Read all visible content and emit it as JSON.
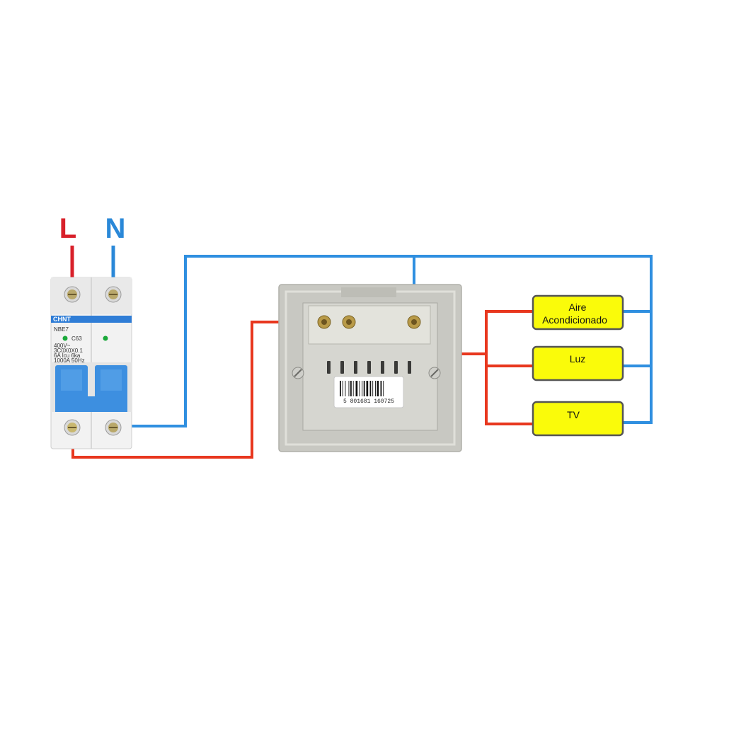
{
  "labels": {
    "line": "L",
    "neutral": "N"
  },
  "breaker": {
    "brand": "CHNT",
    "model": "NBE7",
    "rating": "C63",
    "specs": [
      "400V~",
      "3C0X0X0.1",
      "6A Icu 6ka",
      "1000A 50Hz"
    ]
  },
  "switch": {
    "barcode": "5 801681 160725"
  },
  "loads": [
    {
      "lines": [
        "Aire",
        "Acondicionado"
      ]
    },
    {
      "lines": [
        "Luz"
      ]
    },
    {
      "lines": [
        "TV"
      ]
    }
  ],
  "colors": {
    "phase": "#e8371e",
    "neutral": "#2f8fe0",
    "line_label": "#d8202a",
    "neutral_label": "#2a88d8",
    "breaker_body": "#f2f2f2",
    "breaker_lever": "#3d8fe0",
    "switch_plate": "#c8c8c2",
    "load_fill": "#fafb0a",
    "load_border": "#555555"
  }
}
